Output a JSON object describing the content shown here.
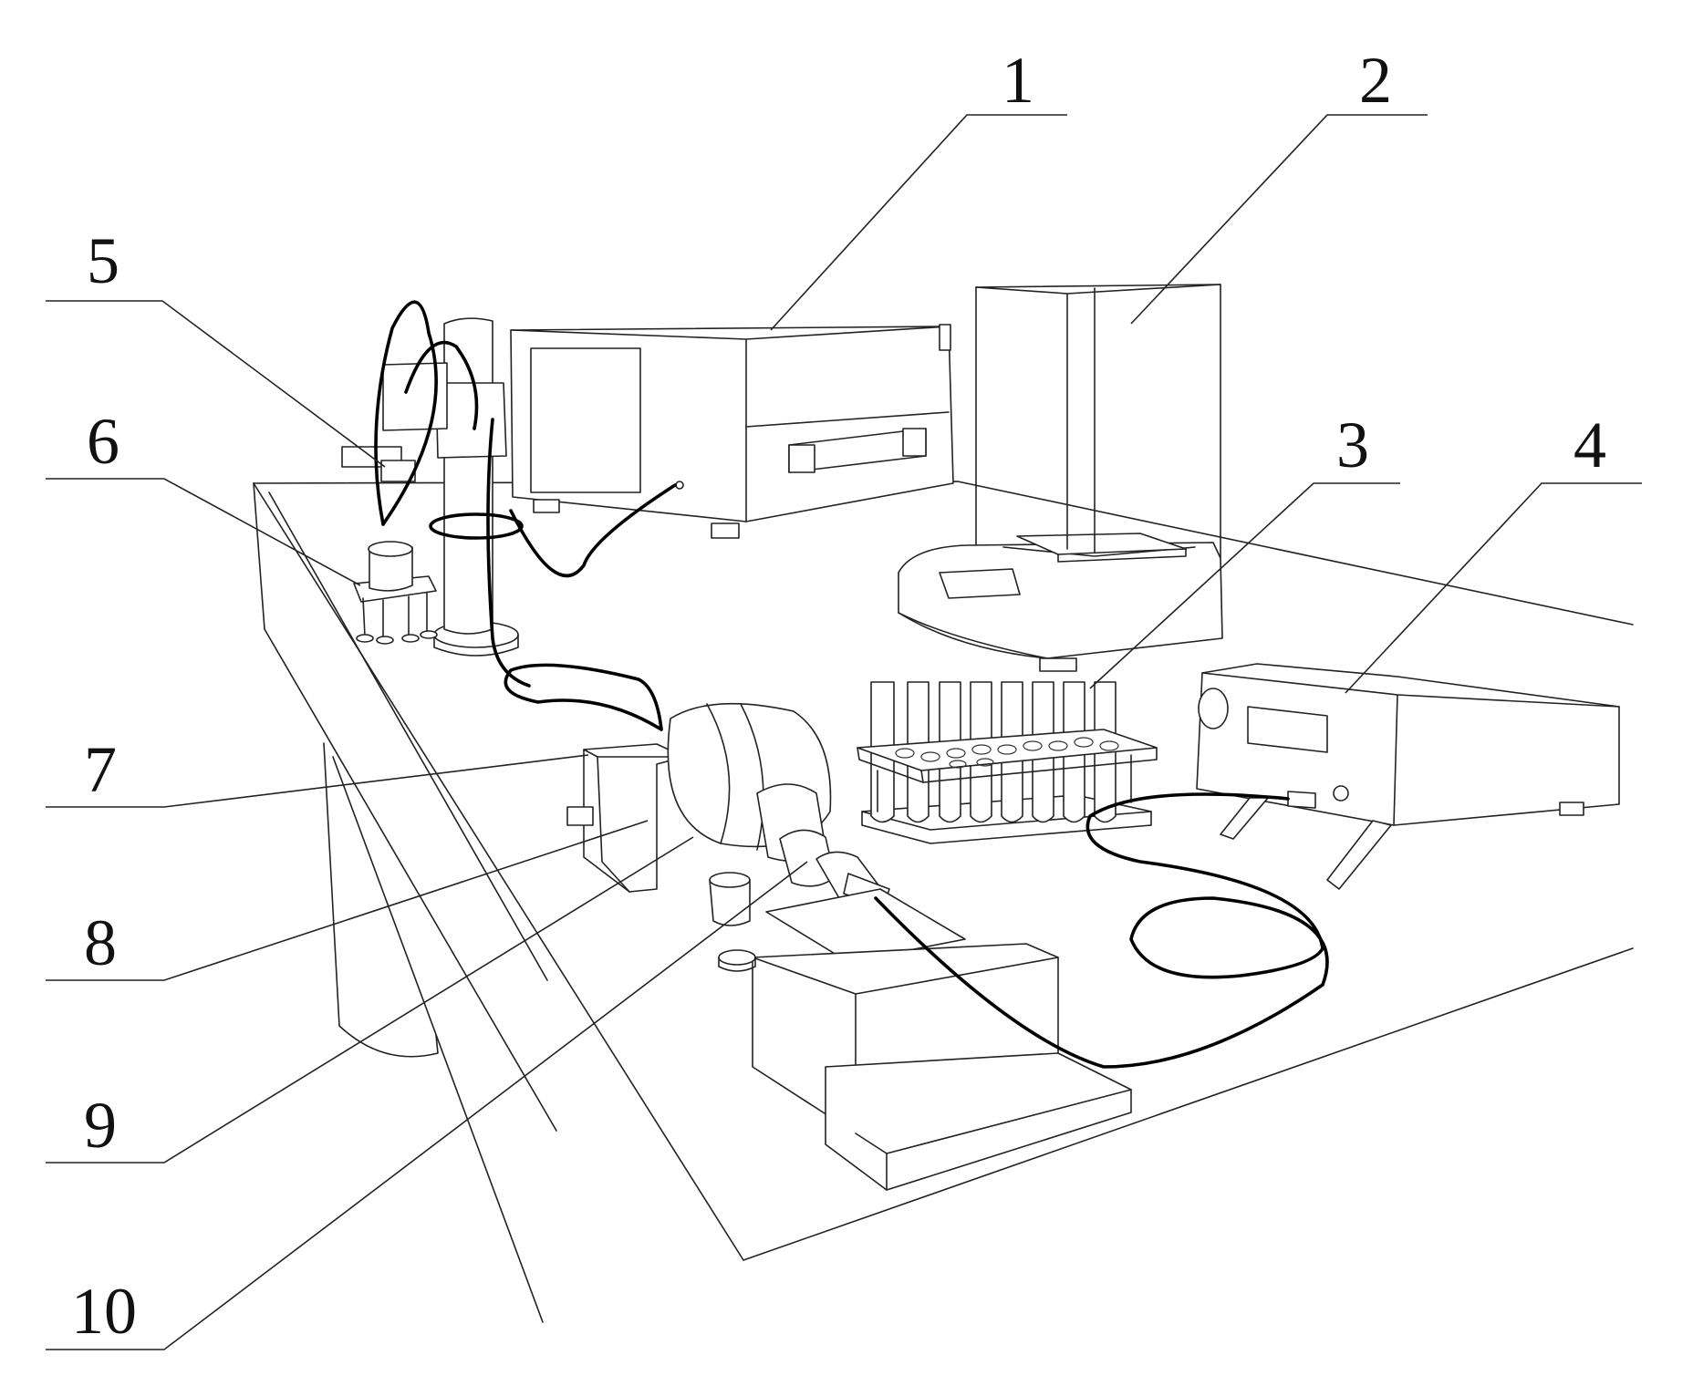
{
  "diagram": {
    "labels": [
      "1",
      "2",
      "3",
      "4",
      "5",
      "6",
      "7",
      "8",
      "9",
      "10"
    ]
  },
  "colors": {
    "line": "#222222",
    "cable": "#000000",
    "background": "#ffffff"
  }
}
